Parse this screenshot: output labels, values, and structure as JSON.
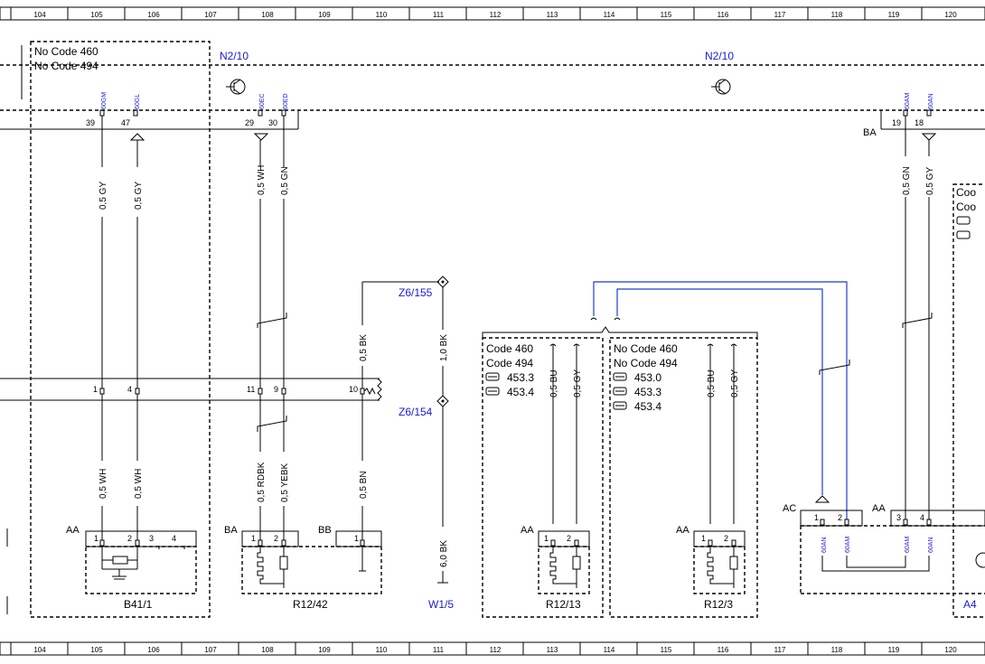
{
  "ruler": {
    "columns": [
      "104",
      "105",
      "106",
      "107",
      "108",
      "109",
      "110",
      "111",
      "112",
      "113",
      "114",
      "115",
      "116",
      "117",
      "118",
      "119",
      "120"
    ]
  },
  "colors": {
    "accent": "#1a1ad6",
    "wire_blue": "#1a3cd6",
    "line": "#000000"
  },
  "modules": {
    "n2_left": "N2/10",
    "n2_right": "N2/10"
  },
  "groups": {
    "b41_frame": {
      "line1": "No Code 460",
      "line2": "No Code 494"
    },
    "r12_13_frame": {
      "line1": "Code 460",
      "line2": "Code 494",
      "vehicles": [
        "453.3",
        "453.4"
      ]
    },
    "r12_3_frame": {
      "line1": "No Code 460",
      "line2": "No Code 494",
      "vehicles": [
        "453.0",
        "453.3",
        "453.4"
      ]
    },
    "right_edge": {
      "line1": "Coo",
      "line2": "Coo",
      "label": "A4"
    }
  },
  "pins": {
    "n2_39": "39",
    "n2_47": "47",
    "n2_29": "29",
    "n2_30": "30",
    "n2_19": "19",
    "n2_18": "18",
    "sig_60GM": "60GM",
    "sig_60GL": "60GL",
    "sig_60EC": "60EC",
    "sig_60ED": "60ED",
    "sig_60AM": "60AM",
    "sig_60AN": "60AN",
    "c_1": "1",
    "c_4": "4",
    "c_11": "11",
    "c_9": "9",
    "c_10": "10",
    "b41_1": "1",
    "b41_2": "2",
    "b41_3": "3",
    "b41_4": "4",
    "r1242_1": "1",
    "r1242_2": "2",
    "bb_1": "1",
    "r1213_1": "1",
    "r1213_2": "2",
    "r123_1": "1",
    "r123_2": "2",
    "a4_1": "1",
    "a4_2": "2",
    "a4_3": "3",
    "a4_4": "4",
    "a4_60AN_a": "60AN",
    "a4_60AM_a": "60AM",
    "a4_60AM_b": "60AM",
    "a4_60AN_b": "60AN"
  },
  "connector_labels": {
    "ba_top": "BA",
    "aa_b41": "AA",
    "ba_r1242": "BA",
    "bb_r1242": "BB",
    "aa_r1213": "AA",
    "aa_r123": "AA",
    "ac_a4": "AC",
    "aa_a4": "AA"
  },
  "wires": {
    "w39_top": "0,5 GY",
    "w47_top": "0,5 GY",
    "w29_top": "0,5 WH",
    "w30_top": "0,5 GN",
    "w19_top": "0,5 GN",
    "w18_top": "0,5 GY",
    "w1_bot": "0,5 WH",
    "w4_bot": "0,5 WH",
    "w11_bot": "0,5 RDBK",
    "w9_bot": "0,5 YEBK",
    "w10_bot": "0,5 BN",
    "w10_top": "0,5 BK",
    "ground_top": "1,0 BK",
    "ground_bot": "6,0 BK",
    "r1213_bu": "0,5 BU",
    "r1213_gy": "0,5 GY",
    "r123_bu": "0,5 BU",
    "r123_gy": "0,5 GY"
  },
  "nodes": {
    "z6_155": "Z6/155",
    "z6_154": "Z6/154",
    "ground": "W1/5"
  },
  "components": {
    "b41_1": "B41/1",
    "r12_42": "R12/42",
    "r12_13": "R12/13",
    "r12_3": "R12/3"
  }
}
